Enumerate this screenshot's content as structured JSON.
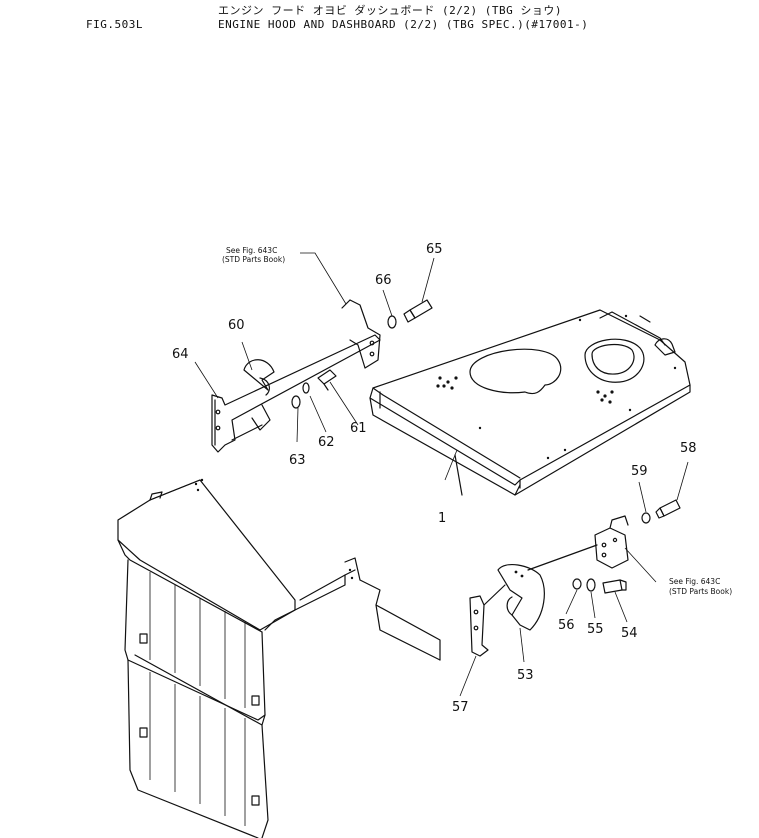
{
  "header": {
    "figure_no": "FIG.503L",
    "title_jp": "エンジン フード オヨビ ダッシュボード (2/2) (TBG ショウ)",
    "title_en": "ENGINE HOOD AND DASHBOARD (2/2) (TBG SPEC.)(#17001-)"
  },
  "callouts": [
    {
      "id": "c1",
      "text": "1"
    },
    {
      "id": "c53",
      "text": "53"
    },
    {
      "id": "c54",
      "text": "54"
    },
    {
      "id": "c55",
      "text": "55"
    },
    {
      "id": "c56",
      "text": "56"
    },
    {
      "id": "c57",
      "text": "57"
    },
    {
      "id": "c58",
      "text": "58"
    },
    {
      "id": "c59",
      "text": "59"
    },
    {
      "id": "c60",
      "text": "60"
    },
    {
      "id": "c61",
      "text": "61"
    },
    {
      "id": "c62",
      "text": "62"
    },
    {
      "id": "c63",
      "text": "63"
    },
    {
      "id": "c64",
      "text": "64"
    },
    {
      "id": "c65",
      "text": "65"
    },
    {
      "id": "c66",
      "text": "66"
    }
  ],
  "references": [
    {
      "line1": "See Fig. 643C",
      "line2": "(STD Parts Book)"
    },
    {
      "line1": "See Fig. 643C",
      "line2": "(STD Parts Book)"
    }
  ]
}
